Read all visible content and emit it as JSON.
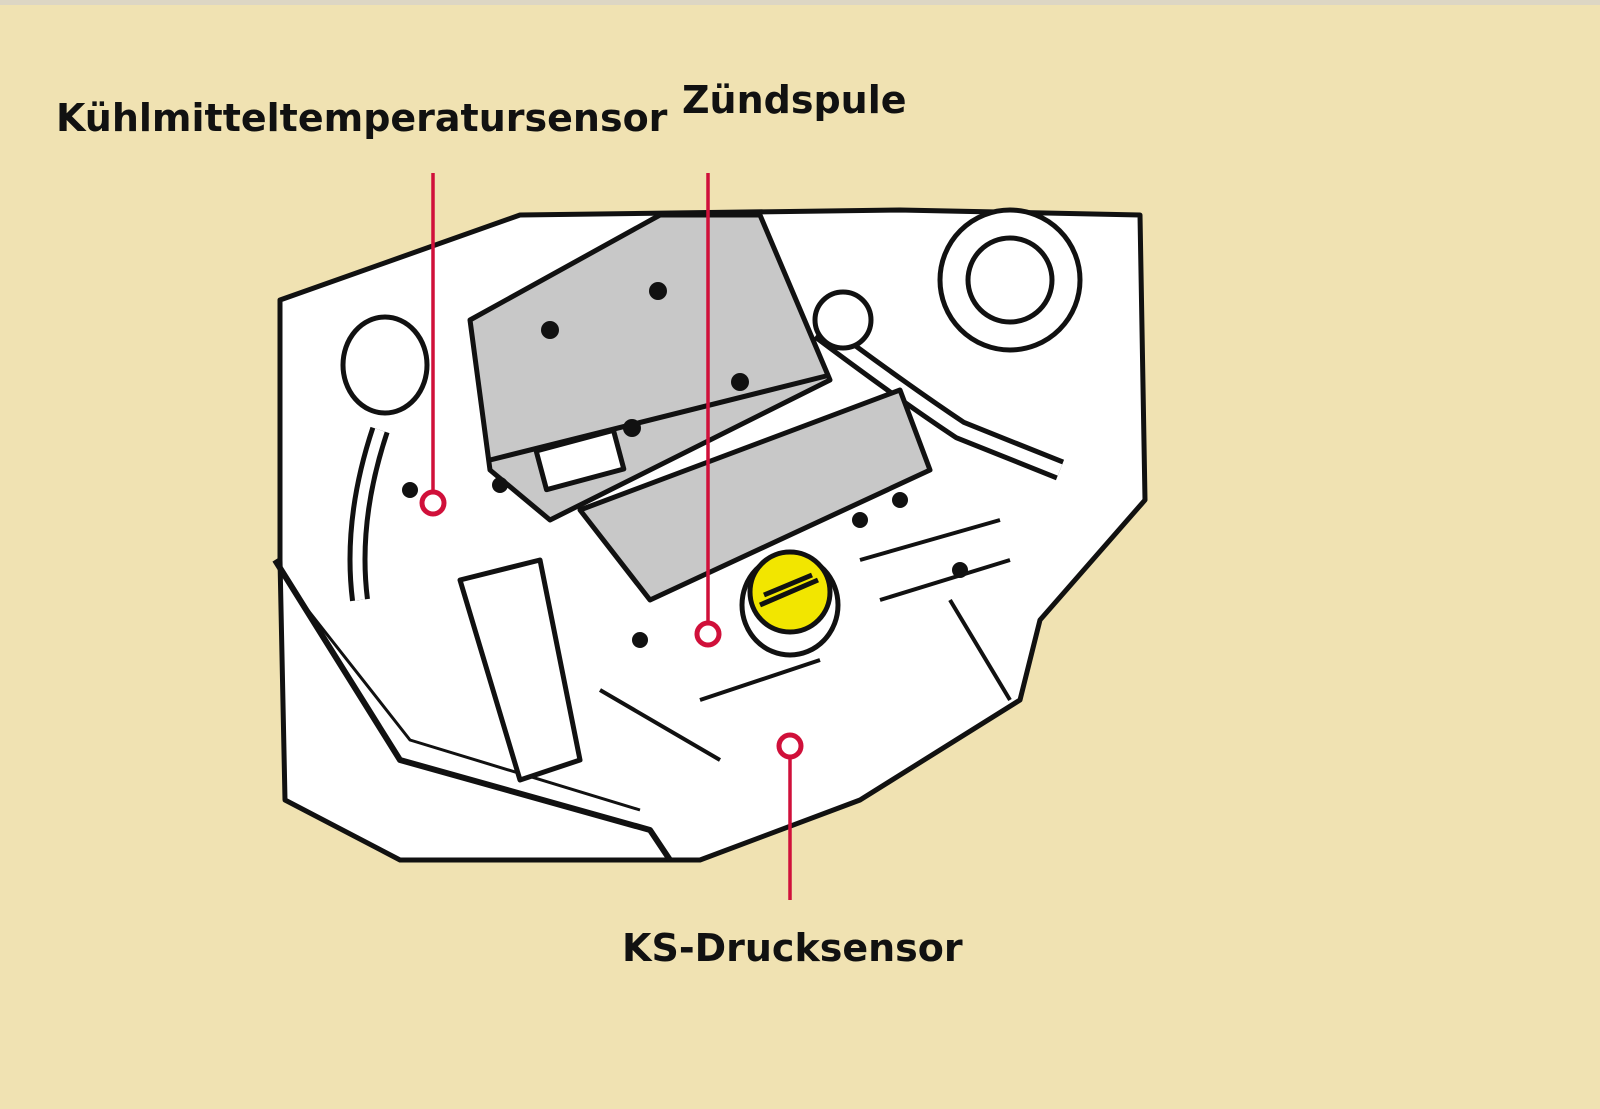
{
  "diagram": {
    "callouts": [
      {
        "id": "coolant-temp-sensor",
        "label": "Kühlmitteltemperatursensor"
      },
      {
        "id": "ignition-coil",
        "label": "Zündspule"
      },
      {
        "id": "crankshaft-pressure-sensor",
        "label": "KS-Drucksensor"
      }
    ],
    "colors": {
      "background": "#f0e2b2",
      "callout": "#d0103a",
      "oil_cap": "#f2e600",
      "cover": "#c8c8c8"
    }
  }
}
